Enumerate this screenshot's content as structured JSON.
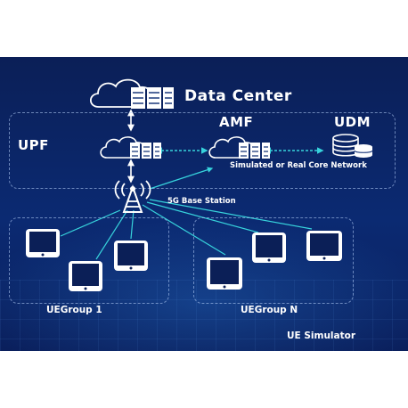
{
  "labels": {
    "data_center": "Data Center",
    "upf": "UPF",
    "amf": "AMF",
    "udm": "UDM",
    "core_network": "Simulated or Real Core Network",
    "base_station": "5G Base Station",
    "uegroup_1": "UEGroup 1",
    "uegroup_n": "UEGroup N",
    "ue_simulator": "UE Simulator"
  },
  "colors": {
    "background": "#0b2a72",
    "connector": "#37d3dc",
    "icon": "#ffffff"
  },
  "icons": [
    "cloud-server-icon",
    "database-icon",
    "cell-tower-icon",
    "tablet-icon"
  ]
}
